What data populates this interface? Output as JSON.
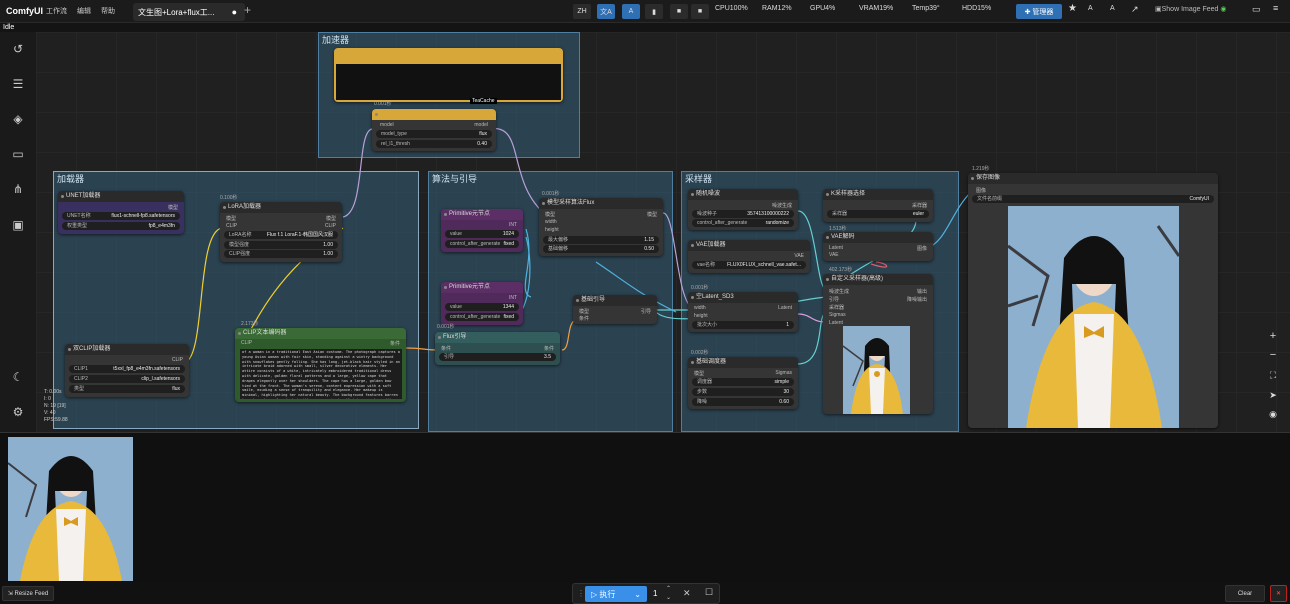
{
  "app": {
    "title": "ComfyUI",
    "status": "Idle"
  },
  "menu": [
    "工作流",
    "编辑",
    "帮助"
  ],
  "tab": {
    "label": "文生图+Lora+flux工...",
    "unsaved": "●",
    "new_tab": "+"
  },
  "toolbar": {
    "cpu": "CPU100%",
    "ram": "RAM12%",
    "gpu": "GPU4%",
    "vram": "VRAM19%",
    "temp": "Temp39°",
    "hdd": "HDD15%",
    "manager_label": "管理器",
    "show_image_feed": "Show Image Feed"
  },
  "groups": {
    "cache": "加速器",
    "loader": "加载器",
    "algo": "算法与引导",
    "sampler": "采样器"
  },
  "nodes": {
    "teacache": {
      "badge": "TeaCache",
      "time": "0.001秒",
      "model_type_label": "model_type",
      "model_type": "flux",
      "thresh_label": "rel_l1_thresh",
      "thresh": "0.40",
      "port_in": "model",
      "port_out": "model"
    },
    "unet": {
      "title": "UNET加载器",
      "port_out": "模型",
      "name_label": "UNET名称",
      "name": "flux1-schnell-fp8.safetensors",
      "dtype_label": "权重类型",
      "dtype": "fp8_e4m3fn"
    },
    "lora": {
      "title": "LoRA加载器",
      "time": "0.100秒",
      "port_model": "模型",
      "port_clip": "CLIP",
      "lora_label": "LoRA名称",
      "lora": "Flux f.1 LoraF.1-韩国国风汉服",
      "ms_label": "模型强度",
      "ms": "1.00",
      "cs_label": "CLIP强度",
      "cs": "1.00"
    },
    "dualclip": {
      "title": "双CLIP加载器",
      "port_out": "CLIP",
      "c1_label": "CLIP1",
      "c1": "t5xxl_fp8_e4m3fn.safetensors",
      "c2_label": "CLIP2",
      "c2": "clip_l.safetensors",
      "type_label": "类型",
      "type": "flux"
    },
    "cliptext": {
      "title": "CLIP文本编码器",
      "time": "2.173秒",
      "port_in": "CLIP",
      "port_out": "条件",
      "text": "of a woman in a traditional East Asian costume. The photograph captures a young Asian woman with fair skin, standing against a wintry background with snowflakes gently falling. She has long, jet-black hair styled in an intricate braid adorned with small, silver decorative elements. Her attire consists of a white, intricately embroidered traditional dress with delicate, golden floral patterns and a large, yellow cape that drapes elegantly over her shoulders. The cape has a large, golden bow tied at the front. The woman's serene, content expression with a soft smile, exuding a sense of tranquility and elegance. Her makeup is minimal, highlighting her natural beauty. The background features barren tree branches, also dusted with snow, against a bluish-gray sky, adding"
    },
    "sampler_algo": {
      "title": "模型采样算法Flux",
      "time": "0.001秒",
      "port_model": "模型",
      "port_w": "width",
      "port_h": "height",
      "max_shift_label": "最大偏移",
      "max_shift": "1.15",
      "base_shift_label": "基础偏移",
      "base_shift": "0.50"
    },
    "prim1": {
      "title": "Primitive元节点",
      "port": "INT",
      "v_label": "value",
      "v": "1024",
      "c_label": "control_after_generate",
      "c": "fixed"
    },
    "prim2": {
      "title": "Primitive元节点",
      "port": "INT",
      "v_label": "value",
      "v": "1344",
      "c_label": "control_after_generate",
      "c": "fixed"
    },
    "guider": {
      "title": "基础引导",
      "port_model": "模型",
      "port_cond": "条件",
      "port_out": "引导"
    },
    "fluxguide": {
      "title": "Flux引导",
      "time": "0.001秒",
      "port_in": "条件",
      "port_out": "条件",
      "g_label": "引导",
      "g": "3.5"
    },
    "noise": {
      "title": "随机噪波",
      "port_out": "噪波生成",
      "seed_label": "噪波种子",
      "seed": "357413100000222",
      "ctrl_label": "control_after_generate",
      "ctrl": "randomize"
    },
    "ksel": {
      "title": "K采样器选择",
      "port_out": "采样器",
      "s_label": "采样器",
      "s": "euler"
    },
    "vaedecode": {
      "title": "VAE解码",
      "time": "1.513秒",
      "p1": "Latent",
      "p2": "VAE",
      "out": "图像"
    },
    "vaeload": {
      "title": "VAE加载器",
      "port_out": "VAE",
      "name_label": "vae名称",
      "name": "FLUX0FLUX_schnell_vae.safet..."
    },
    "latent": {
      "title": "空Latent_SD3",
      "time": "0.001秒",
      "port_w": "width",
      "port_h": "height",
      "out": "Latent",
      "batch_label": "批次大小",
      "batch": "1"
    },
    "sched": {
      "title": "基础调度器",
      "time": "0.002秒",
      "port_in": "模型",
      "out": "Sigmas",
      "s_label": "调度器",
      "s": "simple",
      "steps_label": "步数",
      "steps": "30",
      "denoise_label": "降噪",
      "denoise": "0.60"
    },
    "customsampler": {
      "title": "自定义采样器(高级)",
      "time": "402.173秒",
      "in1": "噪波生成",
      "in2": "引导",
      "in3": "采样器",
      "in4": "Sigmas",
      "in5": "Latent",
      "out1": "输出",
      "out2": "降噪输出"
    },
    "save": {
      "title": "保存图像",
      "time": "1.219秒",
      "port_in": "图像",
      "prefix_label": "文件名前缀",
      "prefix": "ComfyUI"
    }
  },
  "stats": [
    "T: 0.00s",
    "I: 0",
    "N: 19 [19]",
    "V: 40",
    "FPS:59.88"
  ],
  "bottom": {
    "resize_feed": "Resize Feed",
    "run_label": "执行",
    "count": "1",
    "clear_label": "Clear"
  },
  "colors": {
    "accent": "#2f6fb3",
    "group": "#345e7a",
    "teacache": "#d8a73a",
    "clip_node": "#3a6a35",
    "primitive": "#5b2f66",
    "guidance": "#345e5e"
  }
}
